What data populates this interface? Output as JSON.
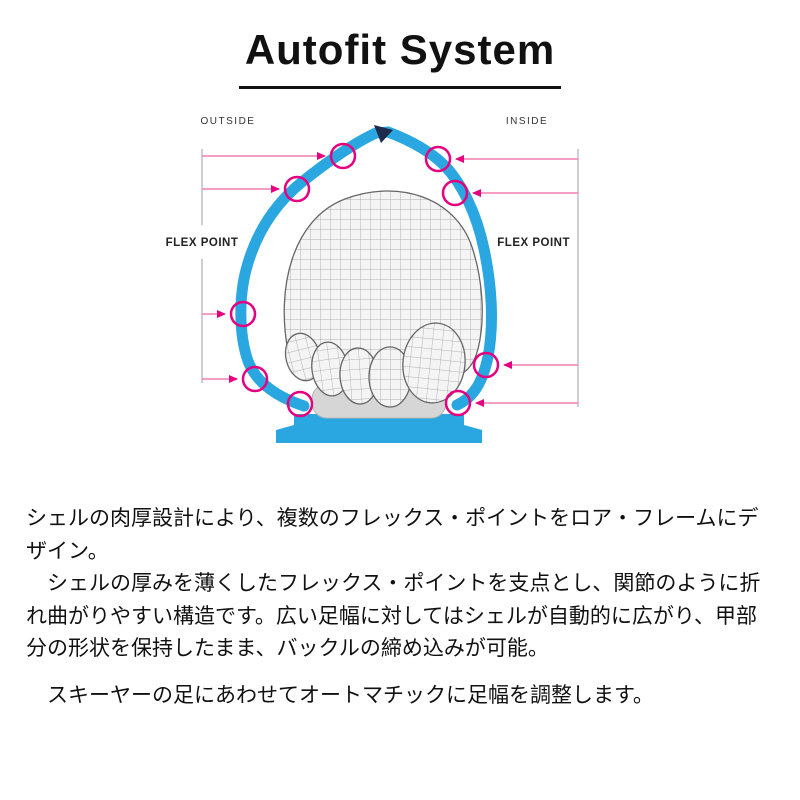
{
  "title": "Autofit System",
  "diagram": {
    "label_outside": "OUTSIDE",
    "label_inside": "INSIDE",
    "label_flex_left": "FLEX POINT",
    "label_flex_right": "FLEX POINT",
    "colors": {
      "shell_blue": "#2AA7E0",
      "flex_point_magenta": "#E5007F",
      "arrow_pink": "#F07FAE",
      "bracket_gray": "#B9B9C4",
      "footbed_gray": "#D6D6D6"
    }
  },
  "description": {
    "paragraphs": [
      "シェルの肉厚設計により、複数のフレックス・ポイントをロア・フレームにデザイン。",
      "　シェルの厚みを薄くしたフレックス・ポイントを支点とし、関節のように折れ曲がりやすい構造です。広い足幅に対してはシェルが自動的に広がり、甲部分の形状を保持したまま、バックルの締め込みが可能。",
      "　スキーヤーの足にあわせてオートマチックに足幅を調整します。"
    ]
  }
}
